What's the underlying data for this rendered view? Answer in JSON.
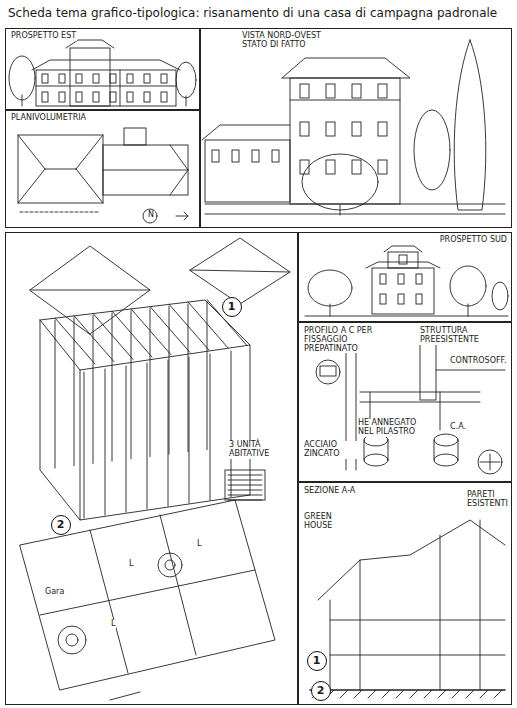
{
  "diagram": {
    "title": "Scheda tema grafico-tipologica: risanamento di una casa di campagna padronale",
    "nodes": [
      {
        "text": [
          "PROSPETTO EST"
        ]
      },
      {
        "text": [
          "PLANIVOLUMETRIA"
        ]
      },
      {
        "text": [
          "VISTA NORD-OVEST STATO DI FATTO"
        ]
      },
      {
        "text": [
          "PROSPETTO SUD"
        ]
      },
      {
        "text": [
          "3 UNITÀ ABITATIVE"
        ]
      },
      {
        "text": [
          "1"
        ],
        "in": 4
      },
      {
        "text": [
          "2"
        ],
        "in": 4
      },
      {
        "text": [
          "PROFILO A C PER FISSAGGIO PREPATINATO",
          "STRUTTURA PREESISTENTE",
          "CONTROSOFF.",
          "HE ANNEGATO NEL PILASTRO",
          "ACCIAIO ZINCATO",
          "C.A."
        ]
      },
      {
        "text": [
          "SEZIONE A-A",
          "GREEN HOUSE",
          "PARETI ESISTENTI"
        ]
      },
      {
        "text": [
          "1"
        ],
        "in": 8
      },
      {
        "text": [
          "2"
        ],
        "in": 8
      }
    ],
    "labels": [
      "N",
      "Gara",
      "L",
      "L",
      "L"
    ]
  }
}
